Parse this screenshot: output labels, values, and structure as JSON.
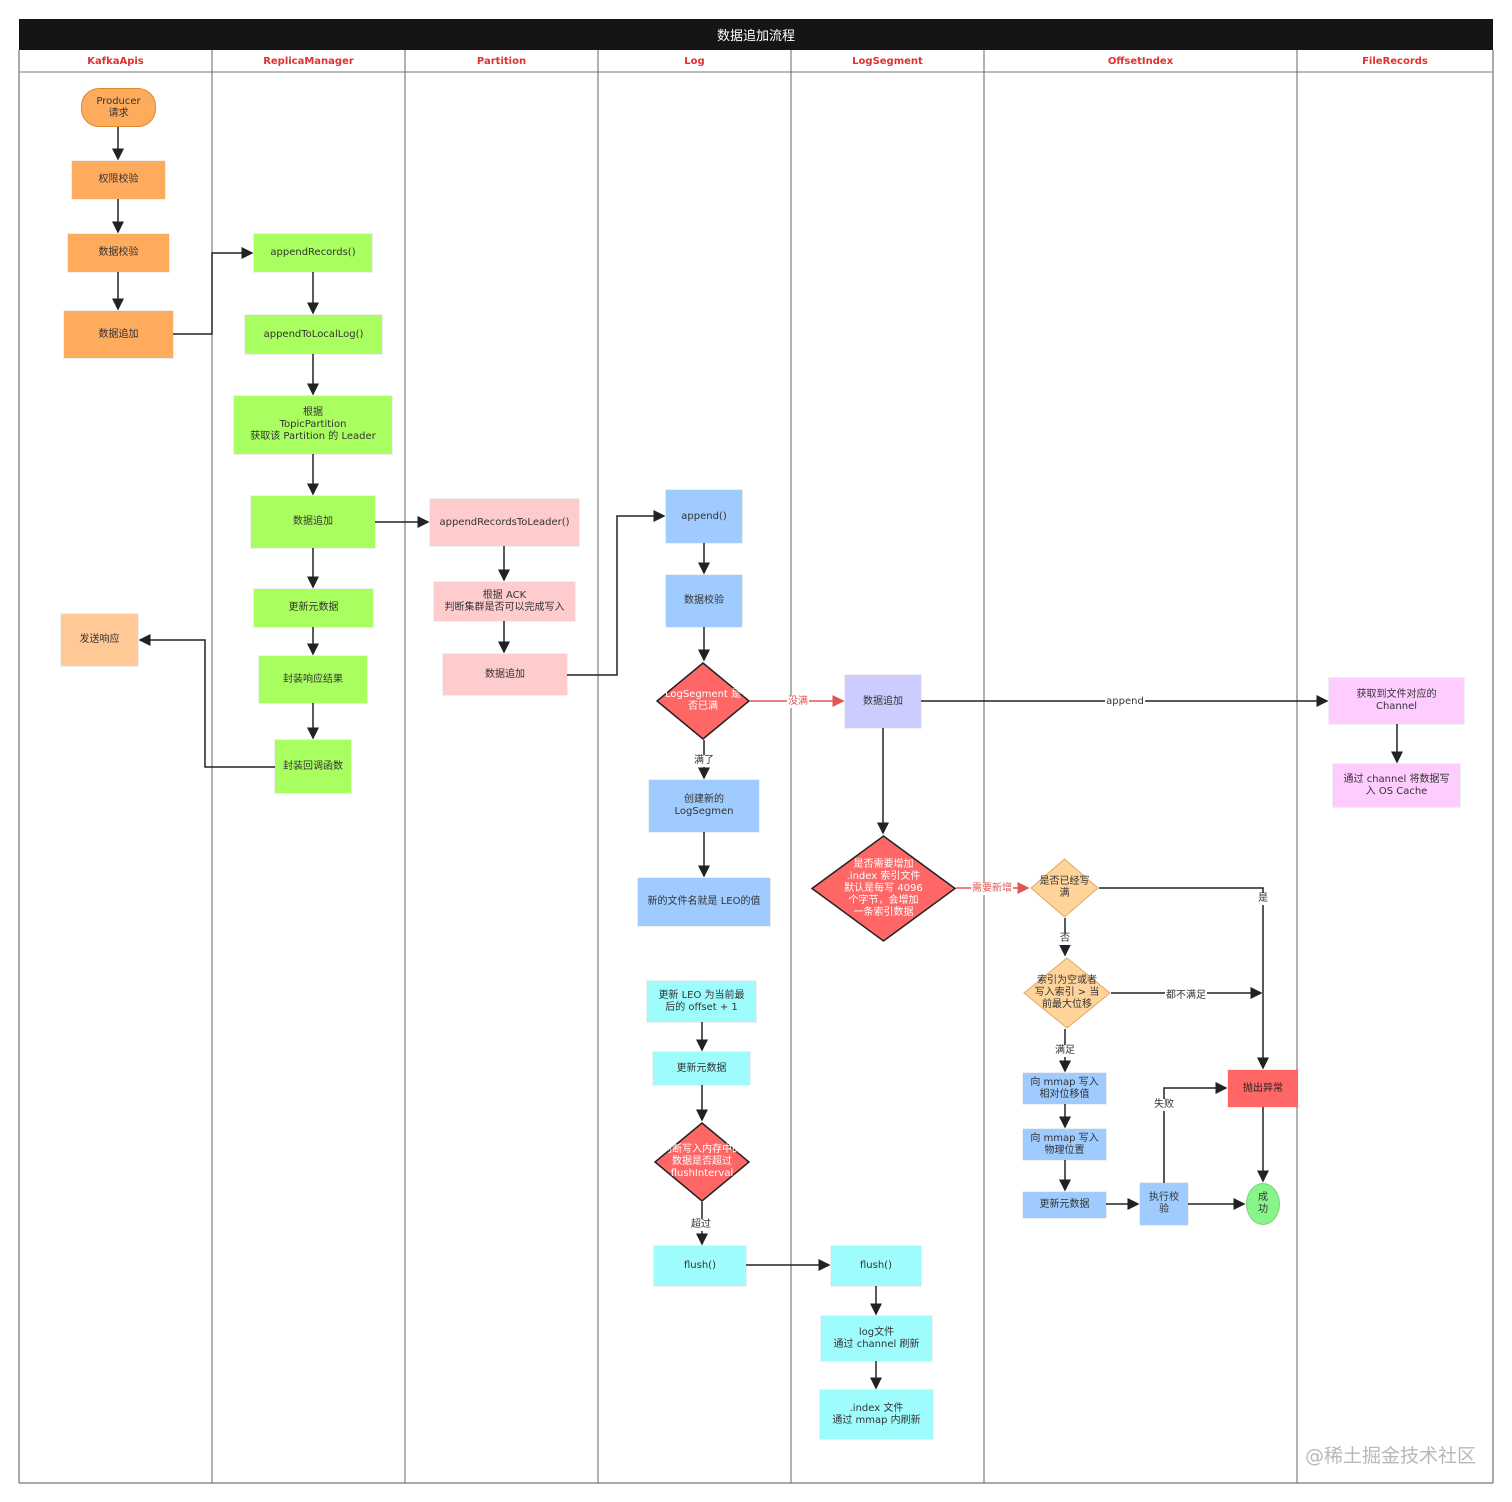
{
  "title": "数据追加流程",
  "lanes": [
    "KafkaApis",
    "ReplicaManager",
    "Partition",
    "Log",
    "LogSegment",
    "OffsetIndex",
    "FileRecords"
  ],
  "nodes": {
    "producer": "Producer\n请求",
    "perm_check": "权限校验",
    "ka_validate": "数据校验",
    "ka_append": "数据追加",
    "send_resp": "发送响应",
    "append_records": "appendRecords()",
    "append_local": "appendToLocalLog()",
    "get_leader": "根据\nTopicPartition\n获取该 Partition 的 Leader",
    "rm_append": "数据追加",
    "rm_update_meta": "更新元数据",
    "wrap_result": "封装响应结果",
    "wrap_callback": "封装回调函数",
    "append_to_leader": "appendRecordsToLeader()",
    "ack_check": "根据 ACK\n判断集群是否可以完成写入",
    "p_append": "数据追加",
    "log_append": "append()",
    "log_validate": "数据校验",
    "seg_full": "LogSegment 是\n否已满",
    "create_seg": "创建新的\nLogSegmen",
    "new_filename": "新的文件名就是 LEO的值",
    "update_leo": "更新 LEO 为当前最\n后的 offset + 1",
    "log_update_meta": "更新元数据",
    "flush_check": "判断写入内存中的\n数据是否超过\nflushInterval",
    "log_flush": "flush()",
    "ls_append": "数据追加",
    "need_index": "是否需要增加\n.index 索引文件\n默认是每写 4096\n个字节，会增加\n一条索引数据",
    "ls_flush": "flush()",
    "log_file_flush": "log文件\n通过 channel 刷新",
    "index_file_flush": ".index 文件\n通过 mmap 内刷新",
    "index_full": "是否已经写\n满",
    "index_cond": "索引为空或者\n写入索引 > 当\n前最大位移",
    "mmap_rel": "向 mmap 写入\n相对位移值",
    "mmap_phys": "向 mmap 写入\n物理位置",
    "oi_update_meta": "更新元数据",
    "exec_check": "执行校\n验",
    "throw_ex": "抛出异常",
    "success": "成\n功",
    "get_channel": "获取到文件对应的\nChannel",
    "write_cache": "通过 channel 将数据写\n入 OS Cache"
  },
  "edge_labels": {
    "not_full": "没满",
    "full": "满了",
    "append": "append",
    "need_add": "需要新增",
    "yes": "是",
    "no": "否",
    "neither": "都不满足",
    "satisfied": "满足",
    "exceed": "超过",
    "fail": "失败"
  },
  "colors": {
    "orange": "#ffab5e",
    "light_orange": "#ffc996",
    "green": "#a9ff5f",
    "pink": "#ffcccd",
    "blue": "#9fcbff",
    "cyan": "#9ffcfc",
    "lavender": "#ccccff",
    "magenta": "#ffccff",
    "red": "#ff6666",
    "peach": "#ffd49b",
    "success_green": "#88f58a",
    "title_bg": "#151515",
    "lane_text": "#e0312d"
  },
  "watermark": "@稀土掘金技术社区"
}
